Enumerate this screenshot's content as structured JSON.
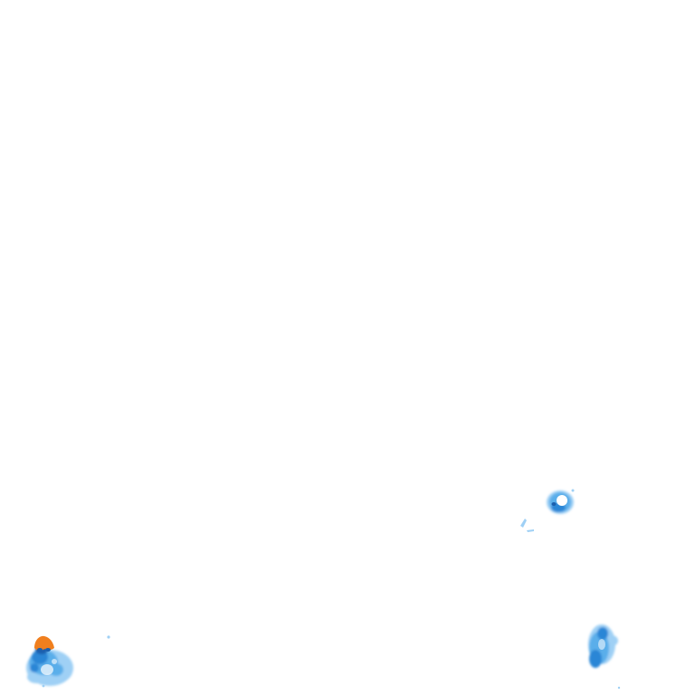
{
  "layer": {
    "kind": "precipitation-radar-overlay",
    "background": "#ffffff"
  },
  "colors": {
    "light": "#9fd0f5",
    "mid": "#5aaeea",
    "strong": "#2c86d6",
    "heavy": "#1a5fae",
    "intense": "#f07f1e"
  },
  "echoes": [
    {
      "id": "echo-bottom-left",
      "intensity_levels": [
        "light",
        "mid",
        "strong",
        "heavy",
        "intense"
      ]
    },
    {
      "id": "echo-mid-right",
      "intensity_levels": [
        "light",
        "mid",
        "strong",
        "heavy"
      ]
    },
    {
      "id": "echo-bottom-right",
      "intensity_levels": [
        "light",
        "mid",
        "strong"
      ]
    }
  ]
}
